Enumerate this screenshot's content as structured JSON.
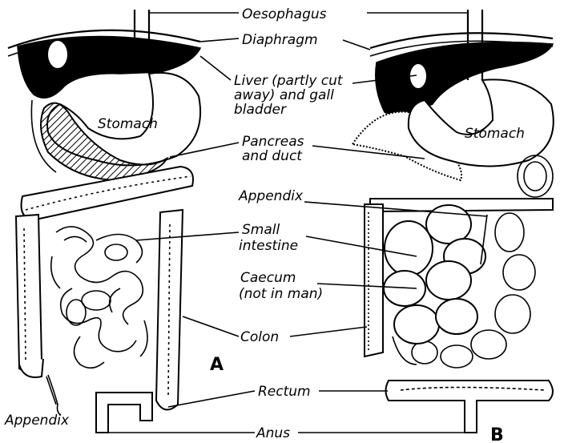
{
  "labels": {
    "oesophagus": "Oesophagus",
    "diaphragm": "Diaphragm",
    "liver_line1": "Liver (partly cut",
    "liver_line2": "away) and gall",
    "liver_line3": "bladder",
    "stomach_a": "Stomach",
    "stomach_b": "Stomach",
    "pancreas_line1": "Pancreas",
    "pancreas_line2": "and duct",
    "appendix_center": "Appendix",
    "small_int_line1": "Small",
    "small_int_line2": "intestine",
    "caecum_line1": "Caecum",
    "caecum_line2": "(not in man)",
    "colon": "Colon",
    "rectum": "Rectum",
    "anus": "Anus",
    "appendix_left": "Appendix"
  },
  "panels": {
    "a": "A",
    "b": "B"
  }
}
